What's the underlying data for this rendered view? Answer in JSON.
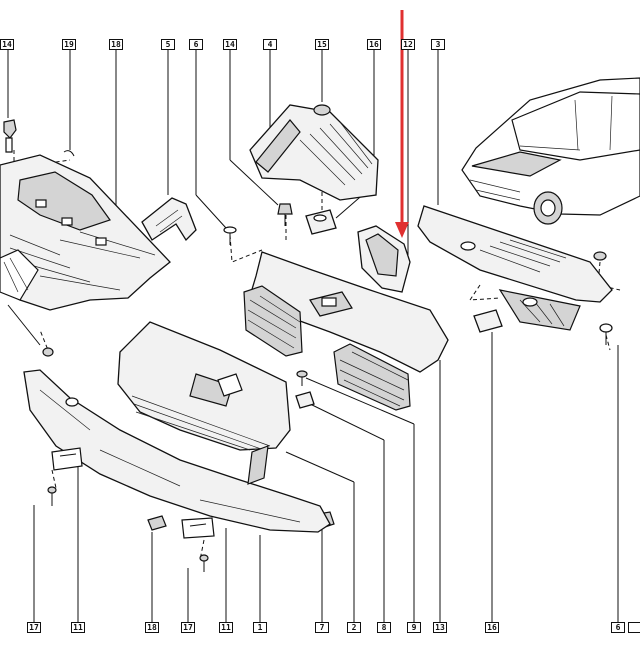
{
  "diagram": {
    "accent_color": "#e03030",
    "part_labels": [
      {
        "id": "top-14",
        "text": "14"
      },
      {
        "id": "top-19",
        "text": "19"
      },
      {
        "id": "top-18",
        "text": "18"
      },
      {
        "id": "top-5",
        "text": "5"
      },
      {
        "id": "top-6",
        "text": "6"
      },
      {
        "id": "top-14b",
        "text": "14"
      },
      {
        "id": "top-4",
        "text": "4"
      },
      {
        "id": "top-15",
        "text": "15"
      },
      {
        "id": "top-16",
        "text": "16"
      },
      {
        "id": "top-12",
        "text": "12"
      },
      {
        "id": "top-3",
        "text": "3"
      },
      {
        "id": "bot-17",
        "text": "17"
      },
      {
        "id": "bot-11",
        "text": "11"
      },
      {
        "id": "bot-18",
        "text": "18"
      },
      {
        "id": "bot-17b",
        "text": "17"
      },
      {
        "id": "bot-11b",
        "text": "11"
      },
      {
        "id": "bot-1",
        "text": "1"
      },
      {
        "id": "bot-7",
        "text": "7"
      },
      {
        "id": "bot-2",
        "text": "2"
      },
      {
        "id": "bot-8",
        "text": "8"
      },
      {
        "id": "bot-9",
        "text": "9"
      },
      {
        "id": "bot-13",
        "text": "13"
      },
      {
        "id": "bot-16",
        "text": "16"
      },
      {
        "id": "bot-6",
        "text": "6"
      }
    ]
  }
}
